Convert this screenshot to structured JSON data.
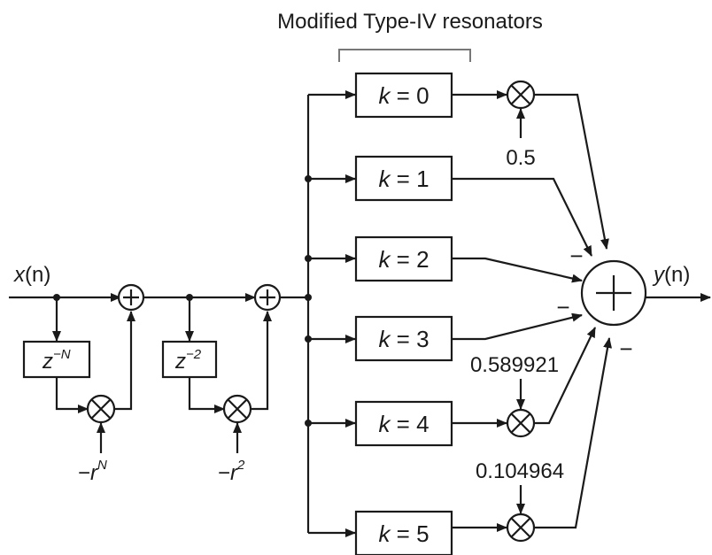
{
  "title": "Modified Type-IV resonators",
  "input_label": {
    "var": "x",
    "arg": "(n)"
  },
  "output_label": {
    "var": "y",
    "arg": "(n)"
  },
  "comb1": {
    "delay": {
      "base": "z",
      "exp": "−N"
    },
    "gain": {
      "sign": "−",
      "base": "r",
      "exp": "N"
    }
  },
  "comb2": {
    "delay": {
      "base": "z",
      "exp": "−2"
    },
    "gain": {
      "sign": "−",
      "base": "r",
      "exp": "2"
    }
  },
  "resonators": [
    {
      "var": "k",
      "eq": " = 0"
    },
    {
      "var": "k",
      "eq": " = 1"
    },
    {
      "var": "k",
      "eq": " = 2"
    },
    {
      "var": "k",
      "eq": " = 3"
    },
    {
      "var": "k",
      "eq": " = 4"
    },
    {
      "var": "k",
      "eq": " = 5"
    }
  ],
  "gains": {
    "k0": "0.5",
    "k4": "0.589921",
    "k5": "0.104964"
  },
  "summer_signs": {
    "k2": "−",
    "k3": "−",
    "k4": "−"
  }
}
